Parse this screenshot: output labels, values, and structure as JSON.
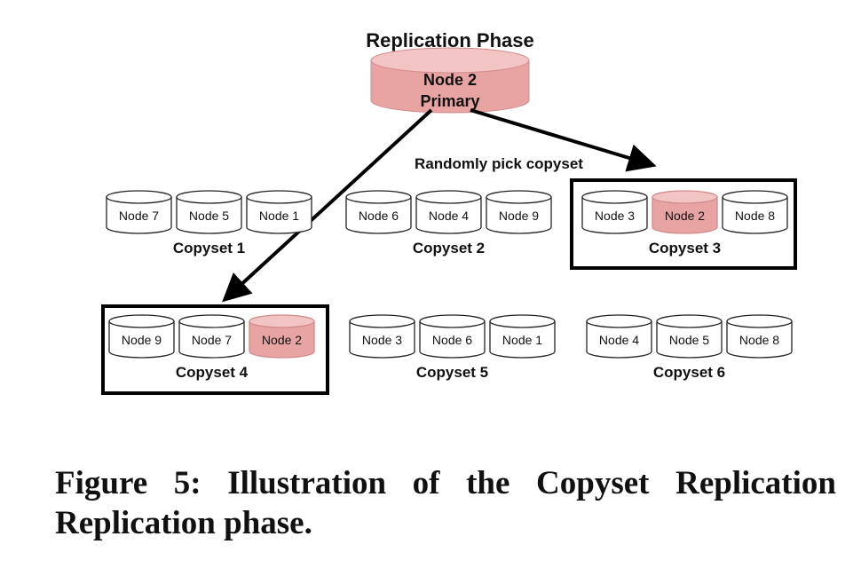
{
  "diagram": {
    "phase_title": "Replication Phase",
    "primary": {
      "name": "Node 2",
      "role": "Primary"
    },
    "arrow_label": "Randomly pick copyset",
    "copysets": [
      {
        "label": "Copyset 1",
        "highlighted": false,
        "nodes": [
          "Node 7",
          "Node 5",
          "Node 1"
        ],
        "primary_index": -1
      },
      {
        "label": "Copyset 2",
        "highlighted": false,
        "nodes": [
          "Node 6",
          "Node 4",
          "Node 9"
        ],
        "primary_index": -1
      },
      {
        "label": "Copyset 3",
        "highlighted": true,
        "nodes": [
          "Node 3",
          "Node 2",
          "Node 8"
        ],
        "primary_index": 1
      },
      {
        "label": "Copyset 4",
        "highlighted": true,
        "nodes": [
          "Node 9",
          "Node 7",
          "Node 2"
        ],
        "primary_index": 2
      },
      {
        "label": "Copyset 5",
        "highlighted": false,
        "nodes": [
          "Node 3",
          "Node 6",
          "Node 1"
        ],
        "primary_index": -1
      },
      {
        "label": "Copyset 6",
        "highlighted": false,
        "nodes": [
          "Node 4",
          "Node 5",
          "Node 8"
        ],
        "primary_index": -1
      }
    ],
    "colors": {
      "primary_fill": "#e8a3a3",
      "primary_top": "#f2c4c4",
      "outline": "#000000"
    }
  },
  "caption": {
    "line1_words": [
      "Figure",
      "5:",
      "Illustration",
      "of",
      "the",
      "Copyset",
      "Replication"
    ],
    "line2": "Replication phase."
  }
}
